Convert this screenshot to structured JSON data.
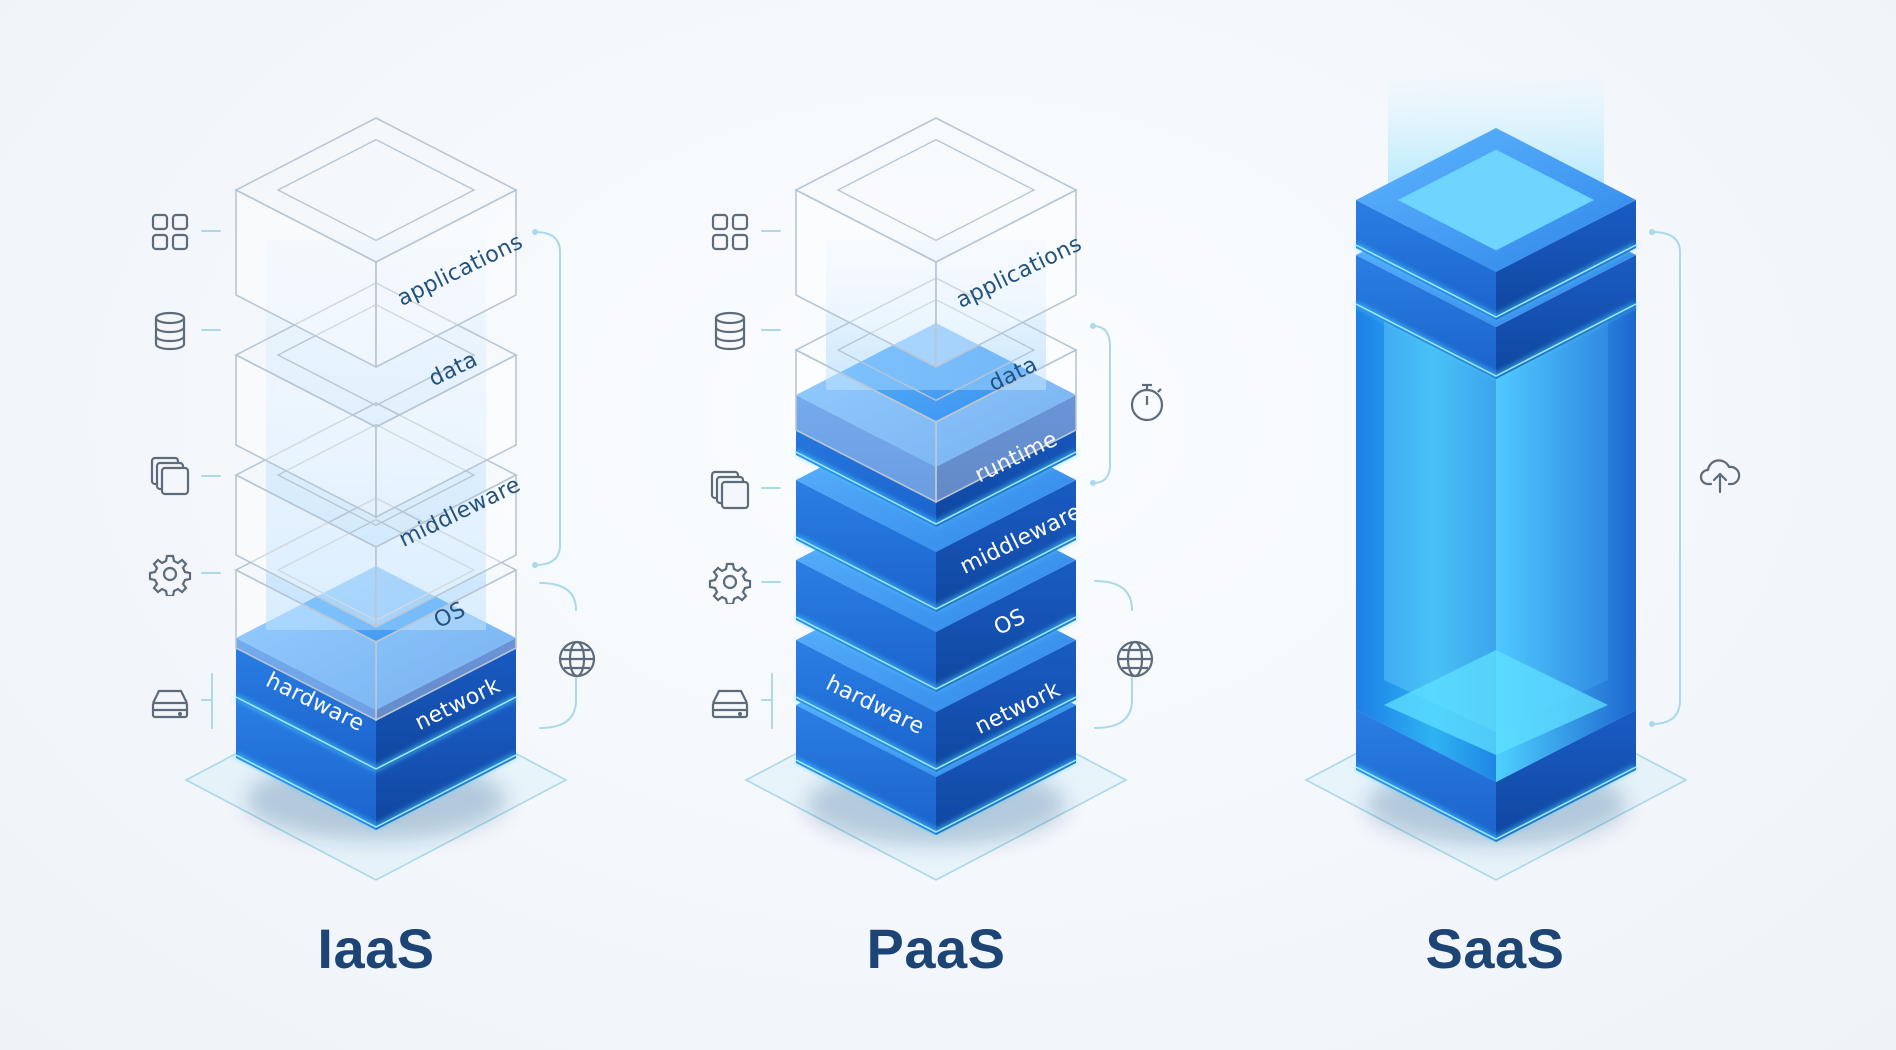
{
  "models": [
    {
      "id": "iaas",
      "title": "IaaS",
      "managed_layers": [
        "hardware",
        "network"
      ],
      "outline_layers": [
        "applications",
        "data",
        "middleware",
        "OS"
      ]
    },
    {
      "id": "paas",
      "title": "PaaS",
      "managed_layers": [
        "runtime",
        "middleware",
        "OS",
        "hardware",
        "network"
      ],
      "outline_layers": [
        "applications",
        "data"
      ]
    },
    {
      "id": "saas",
      "title": "SaaS",
      "managed_layers": [],
      "outline_layers": []
    }
  ],
  "labels": {
    "iaas": {
      "applications": "applications",
      "data": "data",
      "middleware": "middleware",
      "os": "OS",
      "hardware": "hardware",
      "network": "network"
    },
    "paas": {
      "applications": "applications",
      "data": "data",
      "runtime": "runtime",
      "middleware": "middleware",
      "os": "OS",
      "hardware": "hardware",
      "network": "network"
    }
  },
  "icons": {
    "apps": "grid-apps-icon",
    "data": "database-icon",
    "middleware": "stacked-windows-icon",
    "os": "gear-icon",
    "hardware": "server-drive-icon",
    "network": "globe-icon",
    "runtime": "stopwatch-icon",
    "saas": "cloud-upload-icon"
  },
  "colors": {
    "blue_top": "#3f9bf0",
    "blue_front": "#1f6fd6",
    "blue_side": "#134fae",
    "glow": "#4cd4ff",
    "outline": "#b9c6d3",
    "connector": "#a9d9ea",
    "title": "#1c4575"
  }
}
